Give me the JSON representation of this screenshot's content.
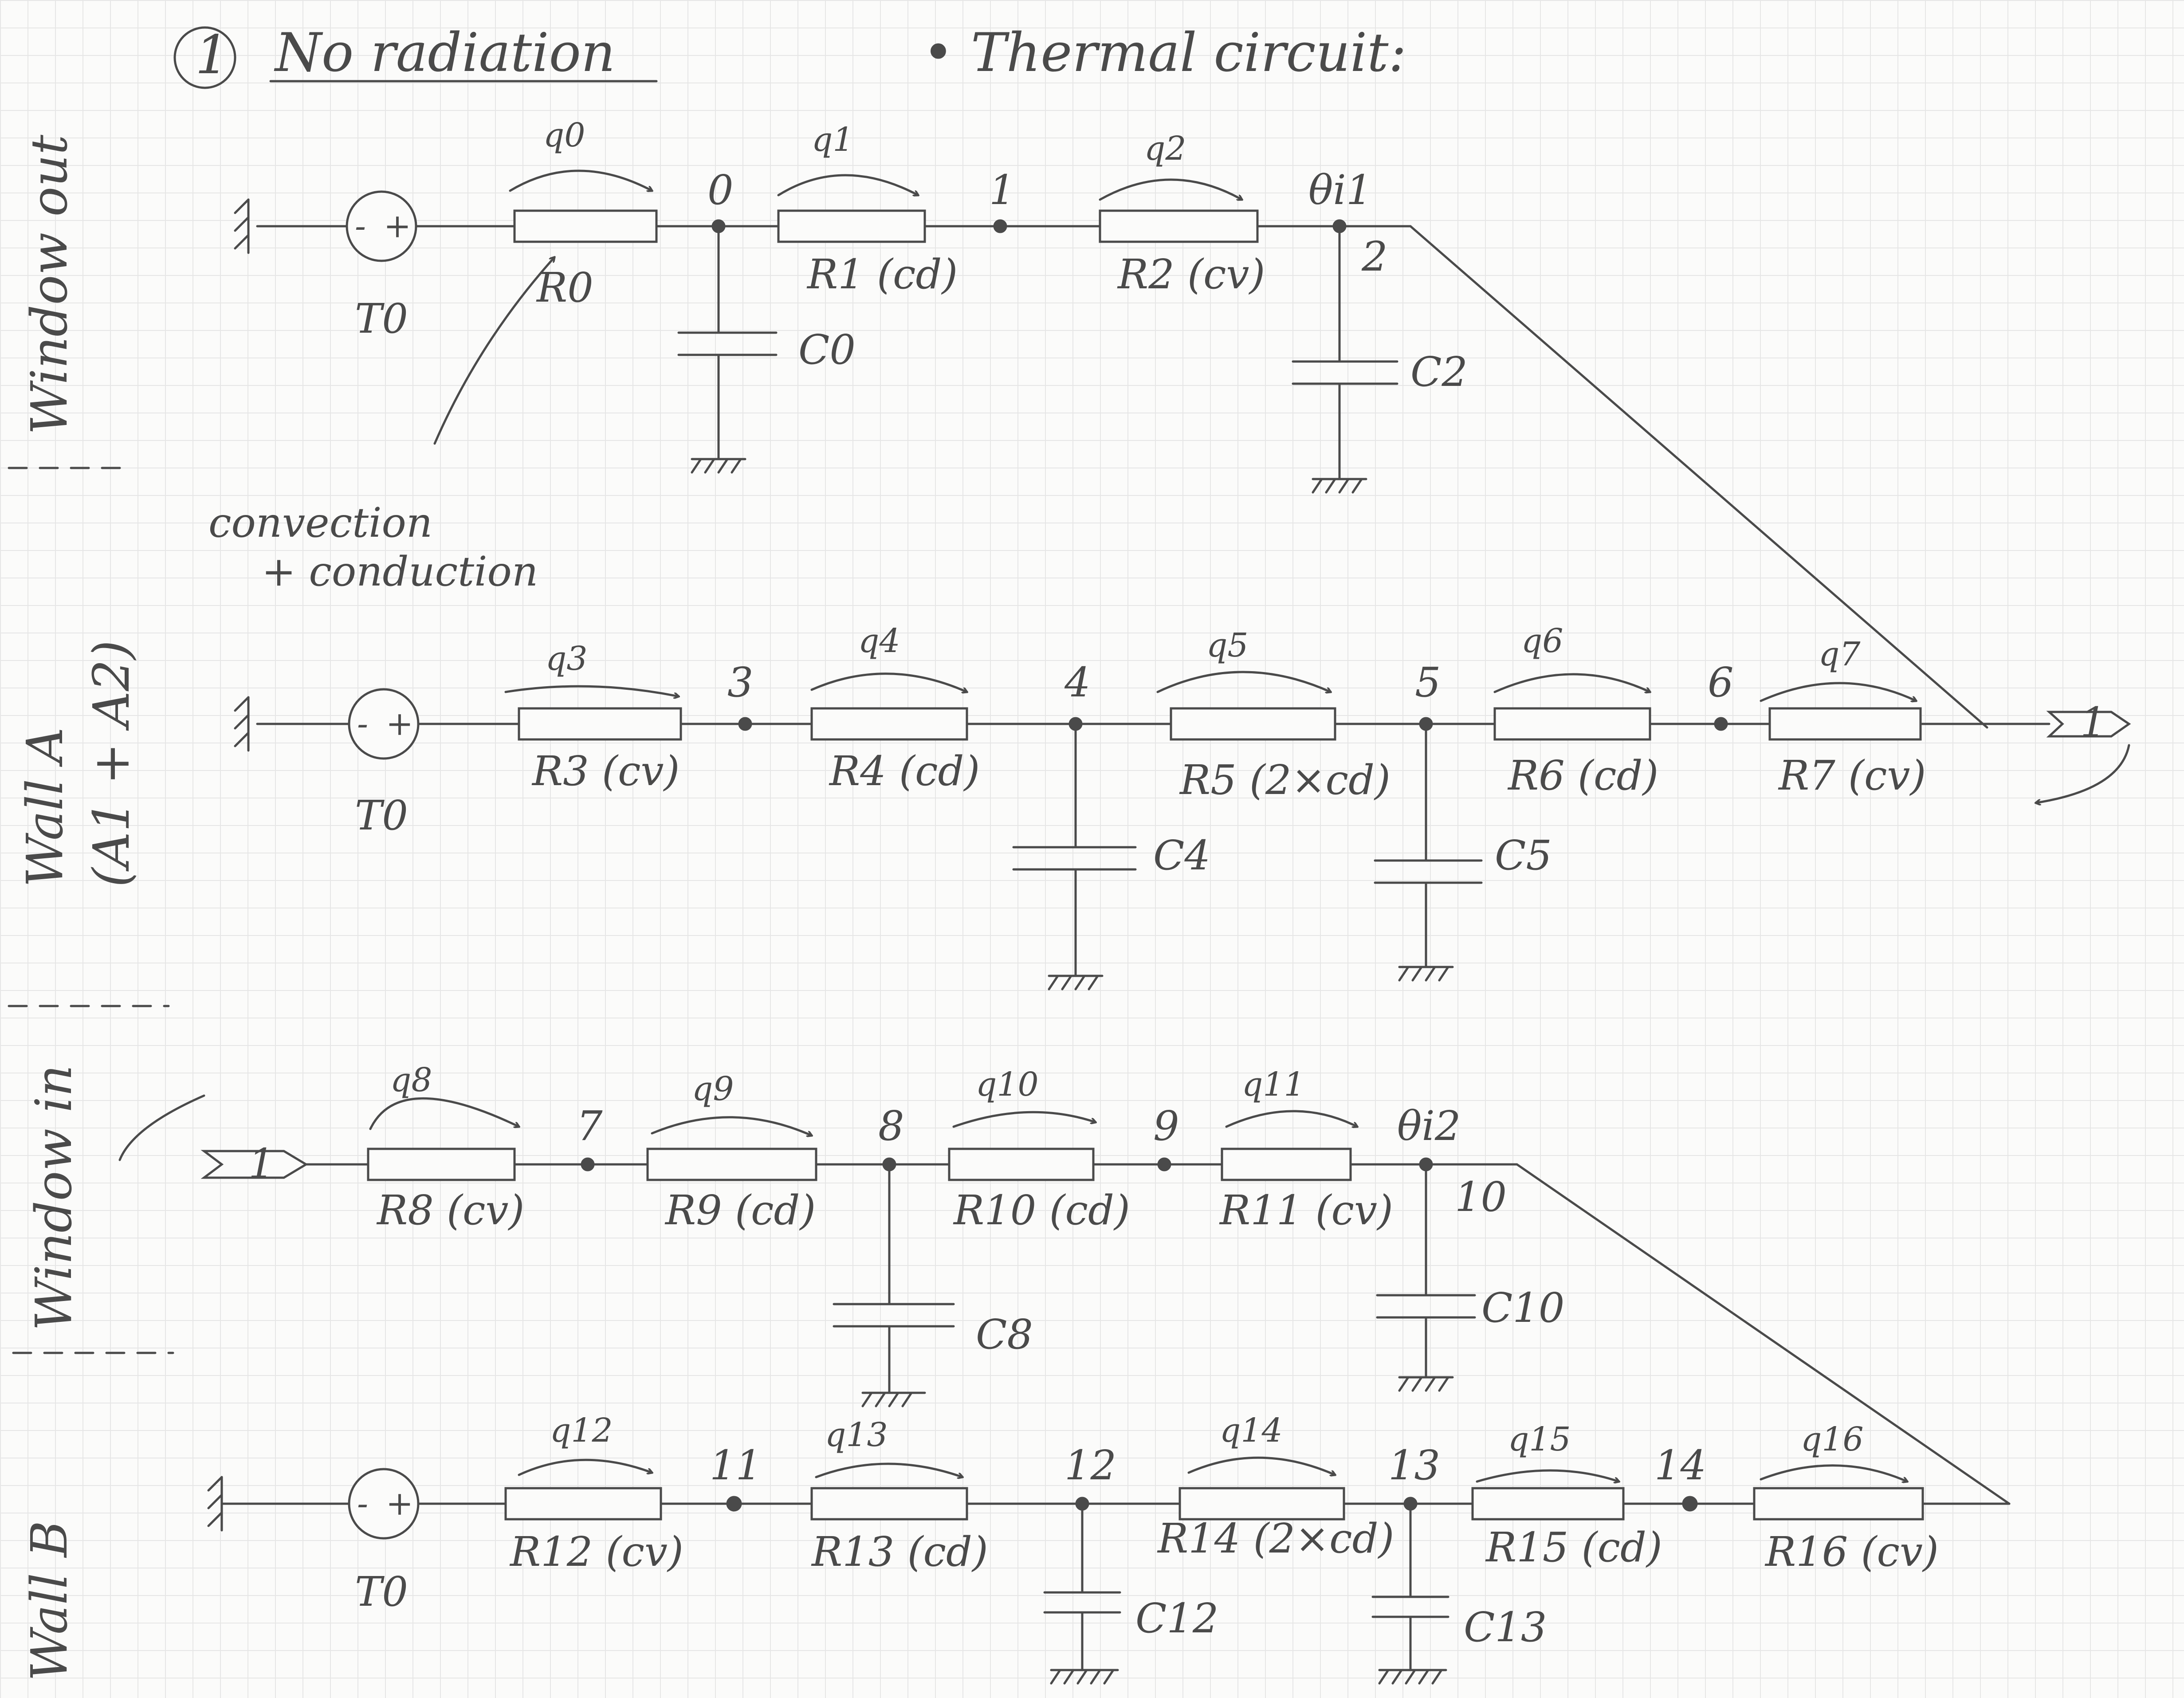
{
  "title": {
    "number": "1",
    "text": "No radiation",
    "subtitle": "• Thermal circuit:"
  },
  "section_labels": {
    "window_out": "Window out",
    "wall_a_line1": "Wall A",
    "wall_a_line2": "(A1 + A2)",
    "window_in": "Window in",
    "wall_b": "Wall B"
  },
  "annotation": {
    "line1": "convection",
    "line2": "+ conduction"
  },
  "connector_label": "1",
  "sources": [
    {
      "label": "T0"
    },
    {
      "label": "T0"
    },
    {
      "label": "T0"
    }
  ],
  "window_out": {
    "flows": [
      "q0",
      "q1",
      "q2"
    ],
    "resistors": [
      "R0",
      "R1 (cd)",
      "R2 (cv)"
    ],
    "nodes": [
      "0",
      "1",
      "θi1",
      "2"
    ],
    "capacitors": [
      "C0",
      "C2"
    ]
  },
  "wall_a": {
    "flows": [
      "q3",
      "q4",
      "q5",
      "q6",
      "q7"
    ],
    "resistors": [
      "R3 (cv)",
      "R4 (cd)",
      "R5 (2×cd)",
      "R6 (cd)",
      "R7 (cv)"
    ],
    "nodes": [
      "3",
      "4",
      "5",
      "6"
    ],
    "capacitors": [
      "C4",
      "C5"
    ]
  },
  "window_in": {
    "flows": [
      "q8",
      "q9",
      "q10",
      "q11"
    ],
    "resistors": [
      "R8 (cv)",
      "R9 (cd)",
      "R10 (cd)",
      "R11 (cv)"
    ],
    "nodes": [
      "7",
      "8",
      "9",
      "θi2",
      "10"
    ],
    "capacitors": [
      "C8",
      "C10"
    ]
  },
  "wall_b": {
    "flows": [
      "q12",
      "q13",
      "q14",
      "q15",
      "q16"
    ],
    "resistors": [
      "R12 (cv)",
      "R13 (cd)",
      "R14 (2×cd)",
      "R15 (cd)",
      "R16 (cv)"
    ],
    "nodes": [
      "11",
      "12",
      "13",
      "14"
    ],
    "capacitors": [
      "C12",
      "C13"
    ]
  },
  "colors": {
    "ink": "#4a4a4a",
    "grid": "#e6e6e6",
    "paper": "#fbfbfa"
  }
}
